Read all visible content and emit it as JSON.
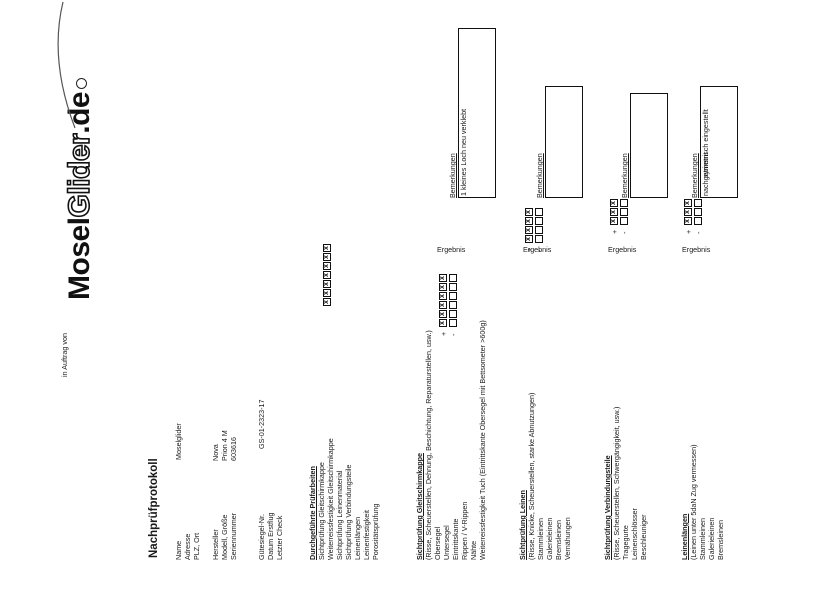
{
  "auftrag": "in Auftrag von",
  "logo": {
    "part1": "Mosel",
    "part2": "Glider",
    "part3": ".de"
  },
  "title": "Nachprüfprotokoll",
  "customer": {
    "name_label": "Name",
    "name_value": "Moselglider",
    "address_label": "Adresse",
    "city_label": "PLZ, Ort"
  },
  "device": {
    "manufacturer_label": "Hersteller",
    "manufacturer_value": "Nova",
    "model_label": "Modell, Größe",
    "model_value": "Prion 4 M",
    "serial_label": "Seriennummer",
    "serial_value": "603616"
  },
  "seal": {
    "seal_label": "Gütesiegel-Nr.",
    "seal_value": "GS-01-2323-17",
    "first_flight_label": "Datum Erstflug",
    "last_check_label": "Letzter Check"
  },
  "tests": {
    "heading": "Durchgeführte Prüfarbeiten",
    "items": [
      {
        "label": "Sichtprüfung Gleitschirmkappe",
        "checked": true
      },
      {
        "label": "Weiterreissfestigkeit Gleitschirmkappe",
        "checked": true
      },
      {
        "label": "Sichtprüfung Leinenmaterial",
        "checked": true
      },
      {
        "label": "Sichtprüfung Verbindungsteile",
        "checked": true
      },
      {
        "label": "Leinenlängen",
        "checked": true
      },
      {
        "label": "Leinenfestigkeit",
        "checked": true
      },
      {
        "label": "Porositätsprüfung",
        "checked": true
      }
    ]
  },
  "sections": [
    {
      "heading": "Sichtprüfung Gleitschirmkappe",
      "subheading": "(Risse, Scheuerstellen, Dehnung, Beschichtung, Reparaturstellen, usw.)",
      "ergebnis_label": "Ergebnis",
      "plus": "+",
      "minus": "-",
      "remarks_label": "Bemerkungen",
      "remarks": [
        "1 kleines Loch neu verklebt"
      ],
      "rows": [
        {
          "label": "Obersegel",
          "result": "x"
        },
        {
          "label": "Untersegel",
          "result": "x"
        },
        {
          "label": "Eintrittskante",
          "result": "x"
        },
        {
          "label": "Rippen / V-Rippen",
          "result": "x"
        },
        {
          "label": "Nähte",
          "result": "x"
        },
        {
          "label": "Weiterreissfestigkeit Tuch (Eintrittskante Obersegel mit Bettsometer >600g)",
          "result": "x"
        }
      ]
    },
    {
      "heading": "Sichtprüfung Leinen",
      "subheading": "(Risse, Knicke, Scheuerstellen, starke Abnutzungen)",
      "ergebnis_label": "Ergebnis",
      "plus": "+",
      "minus": "-",
      "remarks_label": "Bemerkungen",
      "remarks": [],
      "rows": [
        {
          "label": "Stammleinen",
          "result": "x"
        },
        {
          "label": "Galerieleinen",
          "result": "x"
        },
        {
          "label": "Bremsleinen",
          "result": "x"
        },
        {
          "label": "Vernähungen",
          "result": "x"
        }
      ]
    },
    {
      "heading": "Sichtprüfung Verbindungsteile",
      "subheading": "(Risse, Scheuerstellen, Schwergängigkeit,  usw.)",
      "ergebnis_label": "Ergebnis",
      "plus": "+",
      "minus": "-",
      "remarks_label": "Bemerkungen",
      "remarks": [],
      "rows": [
        {
          "label": "Tragegurte",
          "result": "x"
        },
        {
          "label": "Leinenschlösser",
          "result": "x"
        },
        {
          "label": "Beschleuniger",
          "result": "x"
        }
      ]
    },
    {
      "heading": "Leinenlängen",
      "subheading": "(Leinen unter 5daN Zug vermessen)",
      "ergebnis_label": "Ergebnis",
      "plus": "+",
      "minus": "-",
      "remarks_label": "Bemerkungen",
      "remarks": [
        "nachgetrimmt",
        "",
        "symetrisch eingestellt"
      ],
      "rows": [
        {
          "label": "Stammleinen",
          "result": "x"
        },
        {
          "label": "Galerieleinen",
          "result": "x"
        },
        {
          "label": "Bremsleinen",
          "result": "x"
        }
      ]
    }
  ]
}
